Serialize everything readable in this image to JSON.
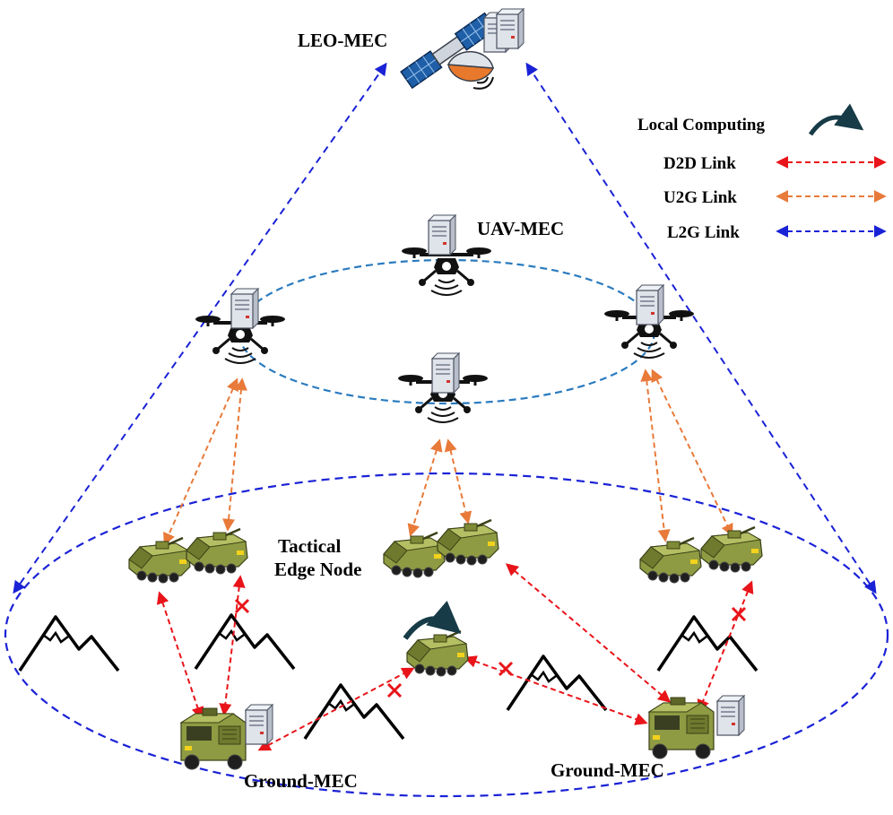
{
  "labels": {
    "leo_mec": "LEO-MEC",
    "uav_mec": "UAV-MEC",
    "tactical_edge_node_line1": "Tactical",
    "tactical_edge_node_line2": "Edge Node",
    "ground_mec_left": "Ground-MEC",
    "ground_mec_right": "Ground-MEC"
  },
  "legend": {
    "items": [
      {
        "label": "Local Computing",
        "symbol": "curved-arrow-icon",
        "color": "#173b47"
      },
      {
        "label": "D2D Link",
        "symbol": "double-arrow-dashed",
        "color": "#e8141a"
      },
      {
        "label": "U2G Link",
        "symbol": "double-arrow-dashed",
        "color": "#e87a3a"
      },
      {
        "label": "L2G Link",
        "symbol": "double-arrow-dashed",
        "color": "#1a22d6"
      }
    ]
  },
  "colors": {
    "d2d": "#e8141a",
    "u2g": "#e87a3a",
    "l2g": "#1a22d6",
    "uav_orbit": "#2b7bbf",
    "blocked_marker": "#e8141a",
    "vehicle": "#8f9b43",
    "local_computing": "#173b47"
  },
  "icons": {
    "satellite": "satellite-icon",
    "uav": "drone-icon",
    "server": "server-icon",
    "vehicle": "armored-vehicle-icon",
    "truck": "military-truck-icon",
    "mountain": "mountain-icon",
    "blocked": "blocked-link-x-icon"
  }
}
